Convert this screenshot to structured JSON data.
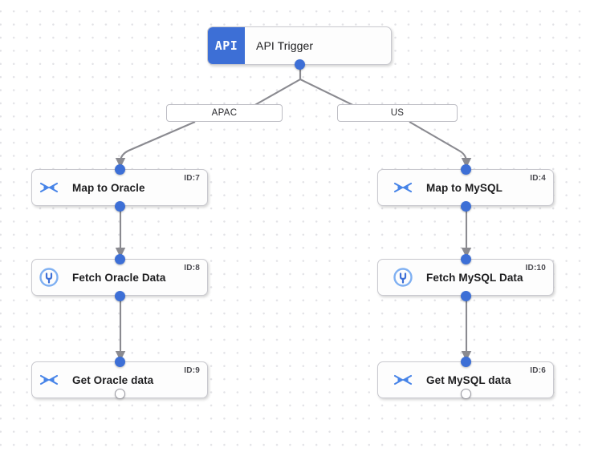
{
  "canvas": {
    "background_color": "#ffffff",
    "grid_dot_color": "#e2e2e6",
    "accent_color": "#3d6fd6",
    "edge_color": "#8a8a90"
  },
  "trigger": {
    "badge_text": "API",
    "title": "API Trigger",
    "badge_color": "#3d6fd6"
  },
  "branch_labels": [
    {
      "id": "apac",
      "text": "APAC"
    },
    {
      "id": "us",
      "text": "US"
    }
  ],
  "nodes": [
    {
      "key": "map_oracle",
      "title": "Map to Oracle",
      "id_label": "ID:7",
      "icon": "arrows-merge-icon",
      "branch": "APAC"
    },
    {
      "key": "fetch_oracle",
      "title": "Fetch Oracle Data",
      "id_label": "ID:8",
      "icon": "database-plug-icon",
      "branch": "APAC"
    },
    {
      "key": "get_oracle",
      "title": "Get Oracle data",
      "id_label": "ID:9",
      "icon": "arrows-merge-icon",
      "branch": "APAC"
    },
    {
      "key": "map_mysql",
      "title": "Map to MySQL",
      "id_label": "ID:4",
      "icon": "arrows-merge-icon",
      "branch": "US"
    },
    {
      "key": "fetch_mysql",
      "title": "Fetch MySQL Data",
      "id_label": "ID:10",
      "icon": "database-plug-icon",
      "branch": "US"
    },
    {
      "key": "get_mysql",
      "title": "Get MySQL data",
      "id_label": "ID:6",
      "icon": "arrows-merge-icon",
      "branch": "US"
    }
  ]
}
